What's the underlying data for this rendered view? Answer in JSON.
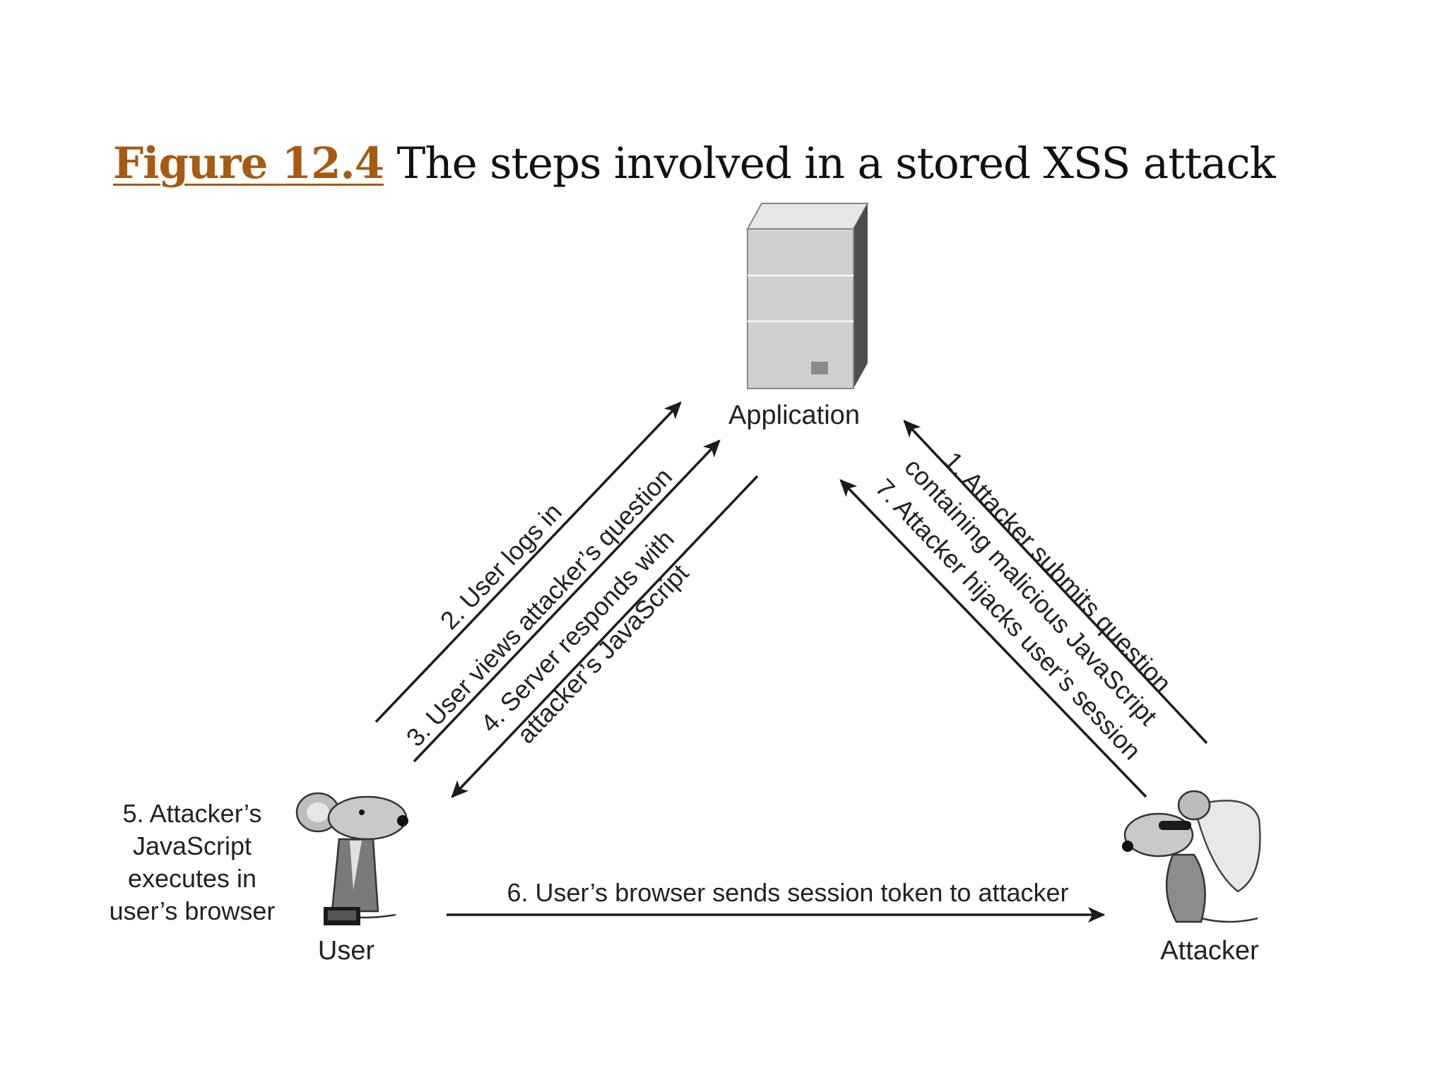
{
  "caption": {
    "figure_label": "Figure 12.4",
    "title": "The steps involved in a stored XSS attack"
  },
  "nodes": {
    "application": {
      "label": "Application",
      "icon": "server-icon"
    },
    "user": {
      "label": "User",
      "icon": "user-mouse-icon"
    },
    "attacker": {
      "label": "Attacker",
      "icon": "attacker-mouse-icon"
    }
  },
  "steps": {
    "s1_line1": "1. Attacker submits question",
    "s1_line2": "containing malicious JavaScript",
    "s2": "2. User logs in",
    "s3": "3. User views attacker’s question",
    "s4_line1": "4. Server responds with",
    "s4_line2": "attacker’s JavaScript",
    "s5_line1": "5. Attacker’s",
    "s5_line2": "JavaScript",
    "s5_line3": "executes in",
    "s5_line4": "user’s browser",
    "s6": "6. User’s browser sends session token to attacker",
    "s7": "7. Attacker hijacks user’s session"
  },
  "colors": {
    "figure_label": "#a65a12",
    "arrow": "#1b1b1b",
    "server_body": "#cfcfcf"
  }
}
